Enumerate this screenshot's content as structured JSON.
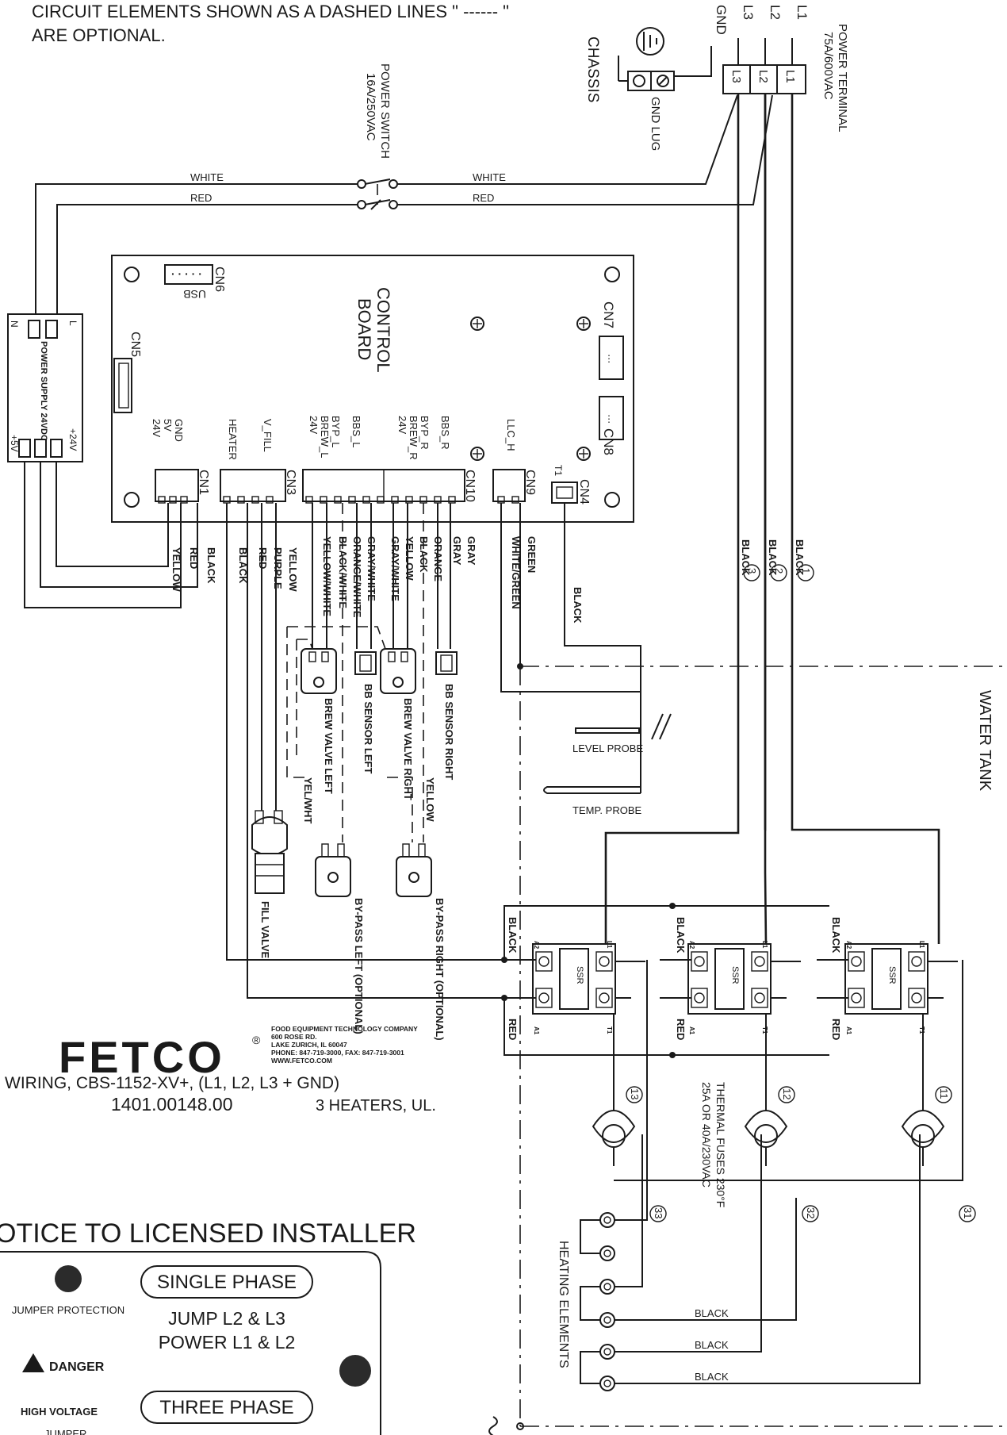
{
  "header_note": {
    "line1": "CIRCUIT ELEMENTS SHOWN AS A DASHED LINES \" ------ \"",
    "line2": "ARE OPTIONAL."
  },
  "power_terminal": {
    "title": "POWER TERMINAL",
    "rating": "75A/600VAC",
    "terminals": [
      "L1",
      "L2",
      "L3"
    ],
    "inputs": [
      "L1",
      "L2",
      "L3",
      "GND"
    ]
  },
  "chassis": {
    "label": "CHASSIS",
    "lug": "GND LUG"
  },
  "power_switch": {
    "title": "POWER SWITCH",
    "rating": "16A/250VAC"
  },
  "wire_colors": {
    "white": "WHITE",
    "red": "RED",
    "black": "BLACK",
    "green": "GREEN",
    "white_green": "WHITE/GREEN",
    "gray": "GRAY",
    "orange": "ORANGE",
    "yellow": "YELLOW",
    "purple": "PURPLE",
    "yel_wht": "YEL/WHT"
  },
  "power_supply": {
    "label": "POWER SUPPLY 24VDC",
    "ac_pins": [
      "N",
      "L"
    ],
    "dc_pins": [
      "+5V",
      "+24V"
    ]
  },
  "control_board": {
    "title_line1": "CONTROL",
    "title_line2": "BOARD",
    "connectors": [
      "CN1",
      "CN3",
      "CN4",
      "CN5",
      "CN6",
      "CN7",
      "CN8",
      "CN9",
      "CN10"
    ],
    "usb": "USB",
    "t1": "T1",
    "cn1_pins": [
      "GND",
      "5V",
      "24V"
    ],
    "cn3_pins": [
      "HEATER",
      "V_FILL"
    ],
    "cn10_pins_left": [
      "BBS_L",
      "BYP_L",
      "BREW_L",
      "24V"
    ],
    "cn10_pins_right": [
      "BBS_R",
      "BYP_R",
      "BREW_R",
      "24V"
    ],
    "cn9_pins": [
      "LLC_H"
    ]
  },
  "harness_wires": {
    "cn1": [
      "BLACK",
      "RED",
      "YELLOW"
    ],
    "cn3": [
      "YELLOW",
      "PURPLE",
      "RED",
      "BLACK"
    ],
    "cn10": [
      "GRAY",
      "GRAY",
      "ORANGE",
      "BLACK",
      "YELLOW",
      "GRAY/WHITE",
      "GRAY/WHITE",
      "ORANGE/WHITE",
      "BLACK/WHITE",
      "YELLOW/WHITE"
    ],
    "cn9": [
      "GREEN",
      "WHITE/GREEN"
    ],
    "cn4": "BLACK"
  },
  "components": {
    "brew_valve_left": "BREW VALVE LEFT",
    "brew_valve_right": "BREW VALVE RIGHT",
    "bb_sensor_left": "BB SENSOR LEFT",
    "bb_sensor_right": "BB SENSOR RIGHT",
    "bypass_left": "BY-PASS LEFT (OPTIONAL)",
    "bypass_right": "BY-PASS RIGHT (OPTIONAL)",
    "fill_valve": "FILL VALVE",
    "level_probe": "LEVEL PROBE",
    "temp_probe": "TEMP. PROBE",
    "water_tank": "WATER TANK",
    "ssr": "SSR",
    "ssr_pins": [
      "A2",
      "A1",
      "L1",
      "T1"
    ],
    "thermal_fuses_line1": "THERMAL FUSES 230°F",
    "thermal_fuses_line2": "25A OR 40A/230VAC",
    "heating_elements": "HEATING ELEMENTS"
  },
  "wire_numbers": {
    "top": [
      {
        "num": "1",
        "color": "BLACK"
      },
      {
        "num": "2",
        "color": "BLACK"
      },
      {
        "num": "3",
        "color": "BLACK"
      }
    ],
    "fuse_in": [
      "11",
      "12",
      "13"
    ],
    "element": [
      "31",
      "32",
      "33"
    ]
  },
  "company": {
    "logo": "FETCO",
    "reg": "®",
    "lines": [
      "FOOD EQUIPMENT TECHNOLOGY COMPANY",
      "600 ROSE RD.",
      "LAKE ZURICH, IL 60047",
      "PHONE: 847-719-3000, FAX: 847-719-3001",
      "WWW.FETCO.COM"
    ]
  },
  "drawing": {
    "title": "WIRING, CBS-1152-XV+, (L1, L2, L3 + GND)",
    "number": "1401.00148.00",
    "subtitle": "3 HEATERS, UL."
  },
  "notice": {
    "title": "OTICE  TO  LICENSED INSTALLER",
    "single_phase": "SINGLE PHASE",
    "single_line1": "JUMP L2 & L3",
    "single_line2": "POWER L1 & L2",
    "jumper_protection": "JUMPER PROTECTION",
    "danger": "DANGER",
    "high_voltage": "HIGH VOLTAGE",
    "three_phase": "THREE PHASE",
    "jumper": "JUMPER"
  }
}
